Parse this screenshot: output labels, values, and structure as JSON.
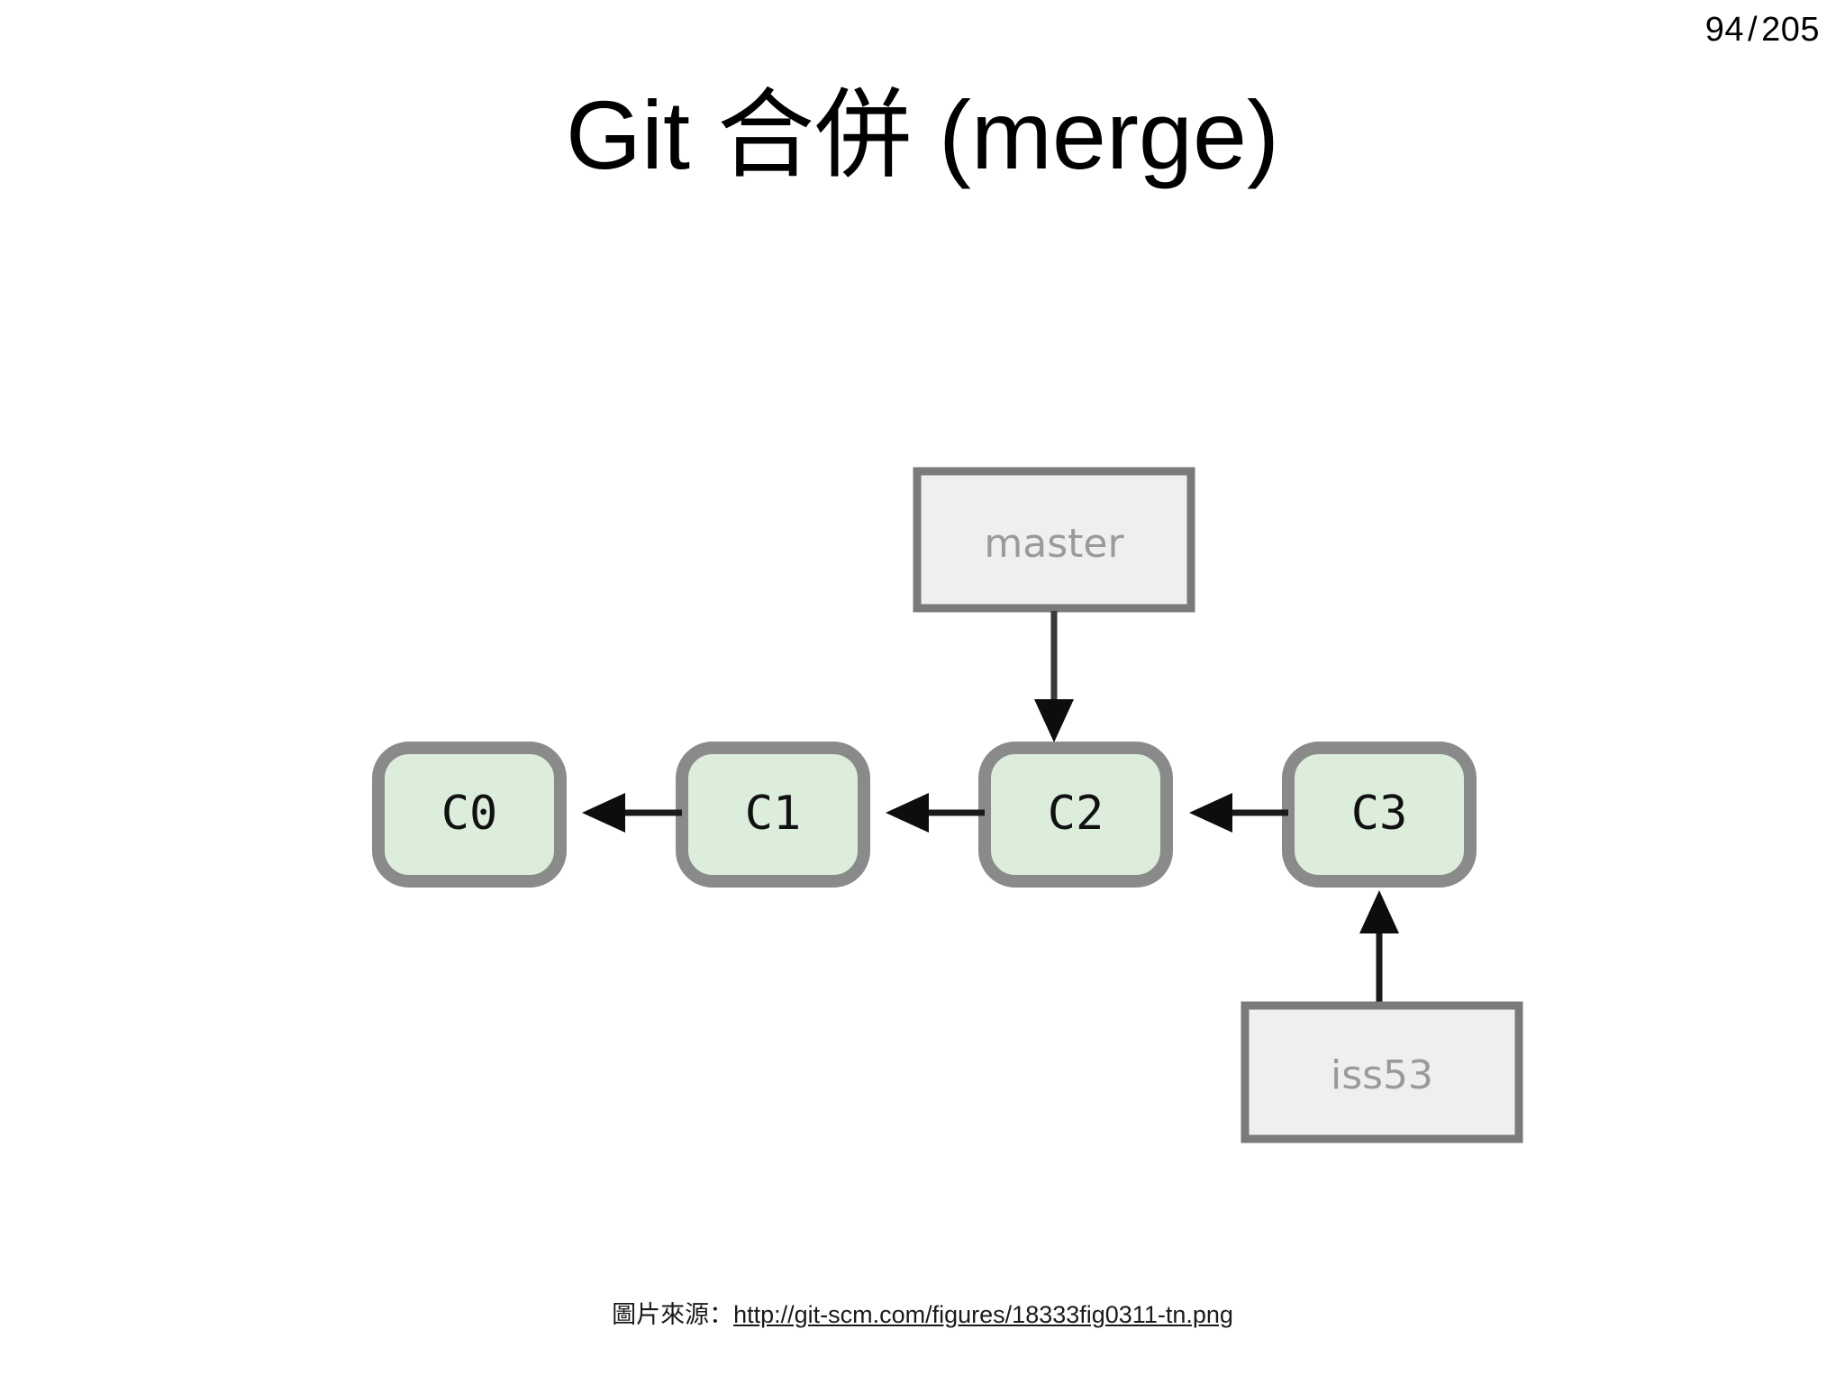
{
  "slide": {
    "title": "Git 合併 (merge)",
    "page_current": "94",
    "page_separator": "/",
    "page_total": "205",
    "background_color": "#ffffff"
  },
  "diagram": {
    "type": "git-commit-graph",
    "commit_fill_color": "#dceddc",
    "commit_border_color": "#8a8a8a",
    "branch_fill_color": "#efefef",
    "branch_border_color": "#7a7a7a",
    "branch_text_color": "#9a9a9a",
    "arrow_color": "#1a1a1a",
    "commits": [
      {
        "label": "C0"
      },
      {
        "label": "C1"
      },
      {
        "label": "C2"
      },
      {
        "label": "C3"
      }
    ],
    "branches": [
      {
        "label": "master",
        "points_to": "C2"
      },
      {
        "label": "iss53",
        "points_to": "C3"
      }
    ],
    "edges": [
      {
        "from": "C1",
        "to": "C0"
      },
      {
        "from": "C2",
        "to": "C1"
      },
      {
        "from": "C3",
        "to": "C2"
      },
      {
        "from": "master",
        "to": "C2"
      },
      {
        "from": "iss53",
        "to": "C3"
      }
    ]
  },
  "credit": {
    "label": "圖片來源：",
    "url": "http://git-scm.com/figures/18333fig0311-tn.png"
  }
}
